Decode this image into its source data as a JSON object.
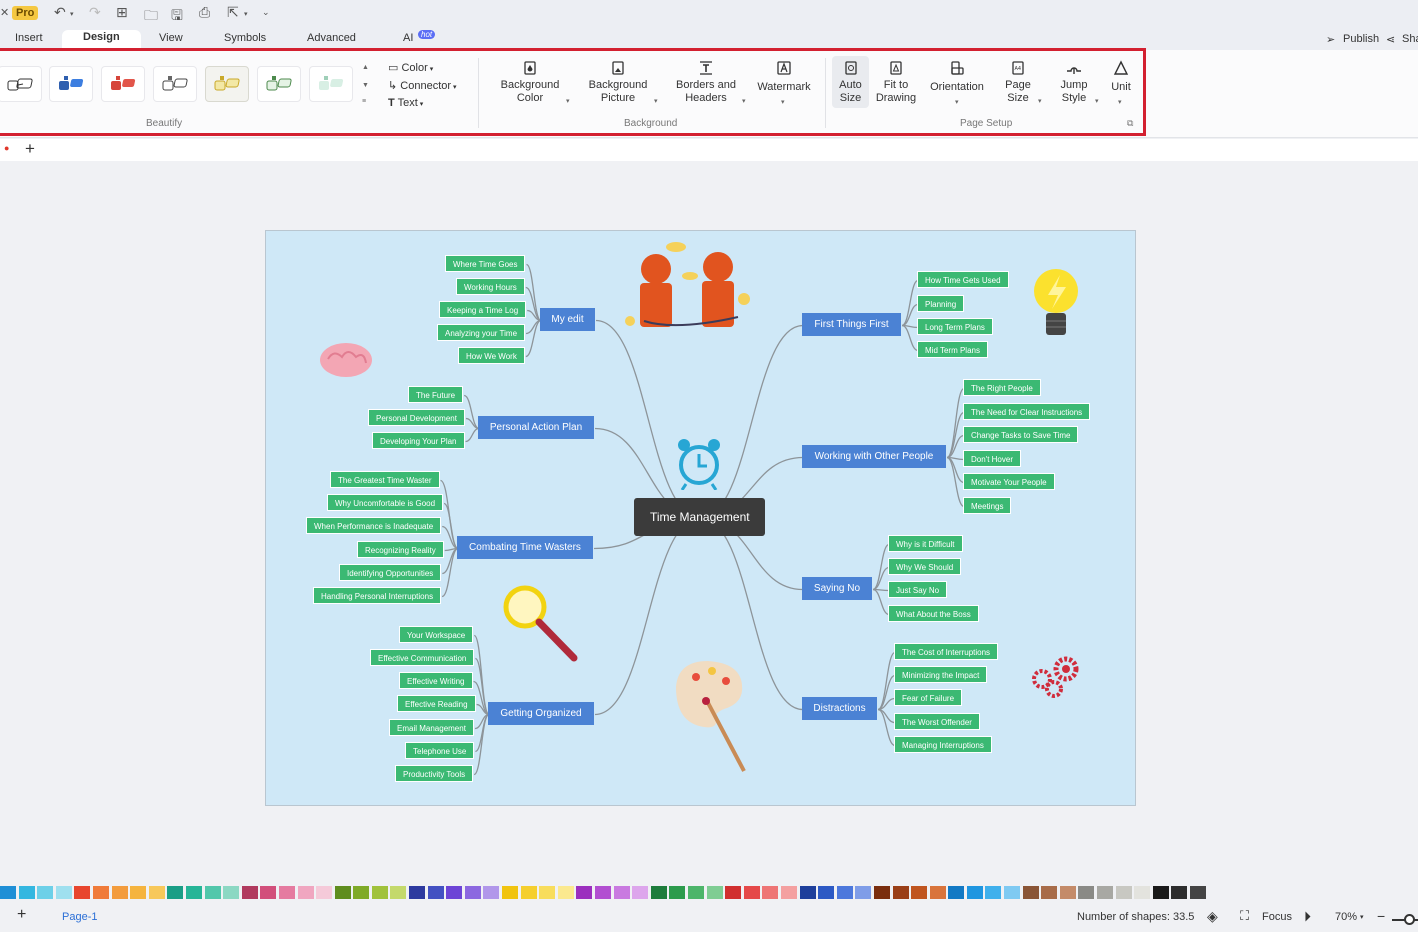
{
  "title_bar": {
    "badge": "Pro"
  },
  "tabs": [
    {
      "label": "Insert",
      "active": false
    },
    {
      "label": "Design",
      "active": true
    },
    {
      "label": "View",
      "active": false
    },
    {
      "label": "Symbols",
      "active": false
    },
    {
      "label": "Advanced",
      "active": false
    },
    {
      "label": "AI",
      "active": false
    }
  ],
  "ai_badge": "hot",
  "right_actions": {
    "publish": "Publish",
    "share": "Sha"
  },
  "ribbon": {
    "beautify_label": "Beautify",
    "color_label": "Color",
    "connector_label": "Connector",
    "text_label": "Text",
    "background": {
      "group_label": "Background",
      "buttons": [
        {
          "line1": "Background",
          "line2": "Color"
        },
        {
          "line1": "Background",
          "line2": "Picture"
        },
        {
          "line1": "Borders and",
          "line2": "Headers"
        },
        {
          "line1": "Watermark",
          "line2": ""
        }
      ]
    },
    "page_setup": {
      "group_label": "Page Setup",
      "buttons": [
        {
          "line1": "Auto",
          "line2": "Size"
        },
        {
          "line1": "Fit to",
          "line2": "Drawing"
        },
        {
          "line1": "Orientation",
          "line2": ""
        },
        {
          "line1": "Page",
          "line2": "Size"
        },
        {
          "line1": "Jump",
          "line2": "Style"
        },
        {
          "line1": "Unit",
          "line2": ""
        }
      ]
    }
  },
  "mindmap": {
    "root": "Time Management",
    "branches": [
      {
        "label": "My edit",
        "leaves": [
          "Where Time Goes",
          "Working Hours",
          "Keeping a Time Log",
          "Analyzing your Time",
          "How We Work"
        ]
      },
      {
        "label": "Personal Action Plan",
        "leaves": [
          "The Future",
          "Personal Development",
          "Developing Your Plan"
        ]
      },
      {
        "label": "Combating Time Wasters",
        "leaves": [
          "The Greatest Time Waster",
          "Why Uncomfortable is Good",
          "When Performance is Inadequate",
          "Recognizing Reality",
          "Identifying Opportunities",
          "Handling Personal Interruptions"
        ]
      },
      {
        "label": "Getting Organized",
        "leaves": [
          "Your Workspace",
          "Effective Communication",
          "Effective Writing",
          "Effective Reading",
          "Email Management",
          "Telephone Use",
          "Productivity Tools"
        ]
      },
      {
        "label": "First Things First",
        "leaves": [
          "How Time Gets Used",
          "Planning",
          "Long Term Plans",
          "Mid Term Plans"
        ]
      },
      {
        "label": "Working with Other People",
        "leaves": [
          "The Right People",
          "The Need for Clear Instructions",
          "Change Tasks to Save Time",
          "Don't Hover",
          "Motivate Your People",
          "Meetings"
        ]
      },
      {
        "label": "Saying No",
        "leaves": [
          "Why is it Difficult",
          "Why We Should",
          "Just Say No",
          "What About the Boss"
        ]
      },
      {
        "label": "Distractions",
        "leaves": [
          "The Cost of Interruptions",
          "Minimizing the Impact",
          "Fear of Failure",
          "The Worst Offender",
          "Managing Interruptions"
        ]
      }
    ],
    "colors": {
      "leaf": "#3bb973",
      "branch": "#4b82d4",
      "root": "#3b3b3b",
      "line": "#8d9499",
      "canvas": "#cfe8f7"
    }
  },
  "palette": [
    "#1f8fd6",
    "#34b7e0",
    "#6dd0e8",
    "#9fe0ef",
    "#e8462e",
    "#f07b3a",
    "#f39c3d",
    "#f5b43e",
    "#f7c85a",
    "#1a9e86",
    "#26b597",
    "#52c7ab",
    "#8cd8c3",
    "#b13a5e",
    "#d24f7b",
    "#e57ba0",
    "#f0a6c0",
    "#f5cad9",
    "#5f8d1e",
    "#7faa28",
    "#a1c23b",
    "#c4d96b",
    "#2d3a9f",
    "#4351c2",
    "#6d44d6",
    "#8c68e0",
    "#b197ea",
    "#f1c40f",
    "#f5cf2e",
    "#f8dd5c",
    "#fbe98f",
    "#9b2fbe",
    "#b24fd1",
    "#c97ae0",
    "#dda6ec",
    "#1e7d3c",
    "#2c9b4c",
    "#4db56a",
    "#7fcd93",
    "#d12f2f",
    "#e54949",
    "#ee7575",
    "#f4a0a0",
    "#1e3f9b",
    "#2c59c4",
    "#4d78dc",
    "#7f9de8",
    "#7a2e0e",
    "#9a3f17",
    "#c0551f",
    "#d9743b",
    "#1279c4",
    "#1f96e0",
    "#3fb0ec",
    "#7fcaf2",
    "#8a5536",
    "#a86c49",
    "#c48b69",
    "#8a8a86",
    "#a8a8a3",
    "#c8c8c2",
    "#e3e3de",
    "#1a1a1a",
    "#2d2d2d",
    "#444444"
  ],
  "status": {
    "page_tab": "Page-1",
    "shapes": "Number of shapes: 33.5",
    "focus": "Focus",
    "zoom": "70%"
  }
}
